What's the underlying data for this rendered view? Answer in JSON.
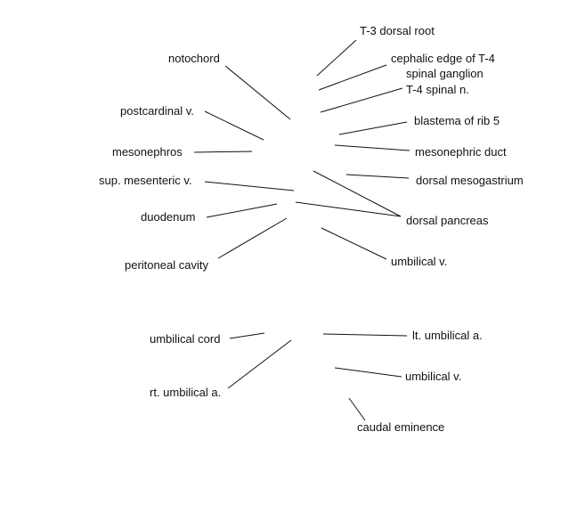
{
  "labels": {
    "t3_dorsal_root": "T-3 dorsal root",
    "cephalic_edge_line1": "cephalic edge of T-4",
    "cephalic_edge_line2": "spinal ganglion",
    "t4_spinal_n": "T-4 spinal n.",
    "blastema_rib5": "blastema of rib 5",
    "mesonephric_duct": "mesonephric duct",
    "dorsal_mesogastrium": "dorsal mesogastrium",
    "dorsal_pancreas": "dorsal pancreas",
    "umbilical_v_upper": "umbilical v.",
    "notochord": "notochord",
    "postcardinal_v": "postcardinal v.",
    "mesonephros": "mesonephros",
    "sup_mesenteric_v": "sup. mesenteric v.",
    "duodenum": "duodenum",
    "peritoneal_cavity": "peritoneal cavity",
    "umbilical_cord": "umbilical cord",
    "rt_umbilical_a": "rt. umbilical a.",
    "lt_umbilical_a": "lt. umbilical a.",
    "umbilical_v_lower": "umbilical v.",
    "caudal_eminence": "caudal eminence"
  }
}
